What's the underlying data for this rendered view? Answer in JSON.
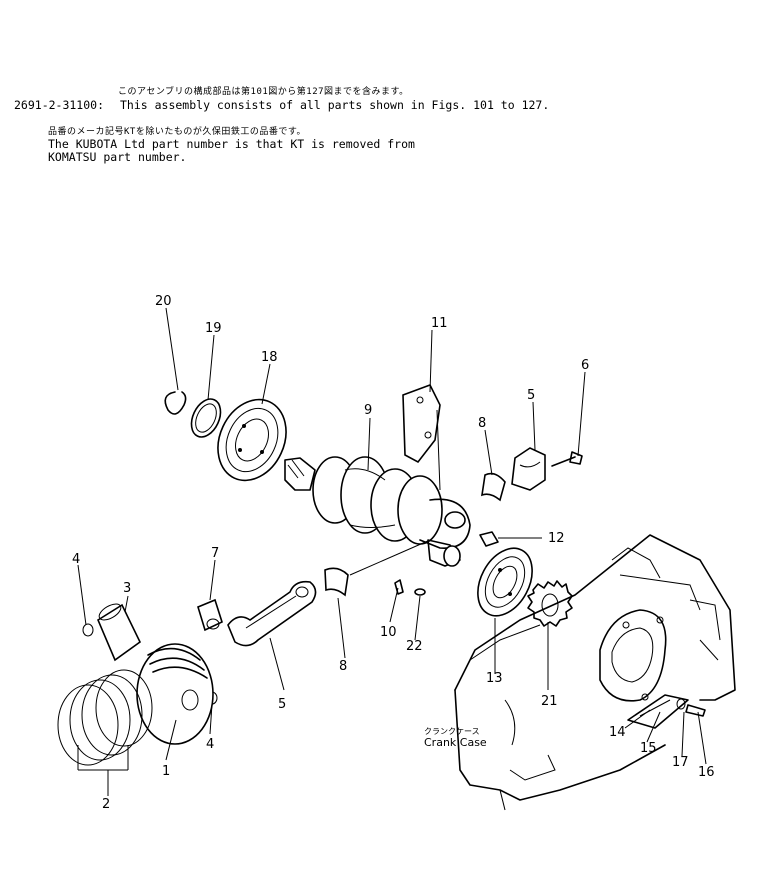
{
  "notes": {
    "line1_jp": "このアセンブリの構成部品は第101図から第127図までを含みます。",
    "line1_code": "2691-2-31100:",
    "line1_text": "This assembly consists of all parts shown in Figs. 101 to 127.",
    "line2_jp": "品番のメーカ記号KTを除いたものが久保田鉄工の品番です。",
    "line2_a": "The KUBOTA Ltd part number is that KT is removed from",
    "line2_b": "KOMATSU part number."
  },
  "callouts": [
    "1",
    "2",
    "3",
    "4",
    "4",
    "5",
    "5",
    "6",
    "7",
    "8",
    "8",
    "9",
    "10",
    "11",
    "12",
    "13",
    "14",
    "15",
    "16",
    "17",
    "18",
    "19",
    "20",
    "21",
    "22"
  ],
  "crank_case": {
    "label_jp": "クランクケース",
    "label_en": "Crank Case"
  }
}
